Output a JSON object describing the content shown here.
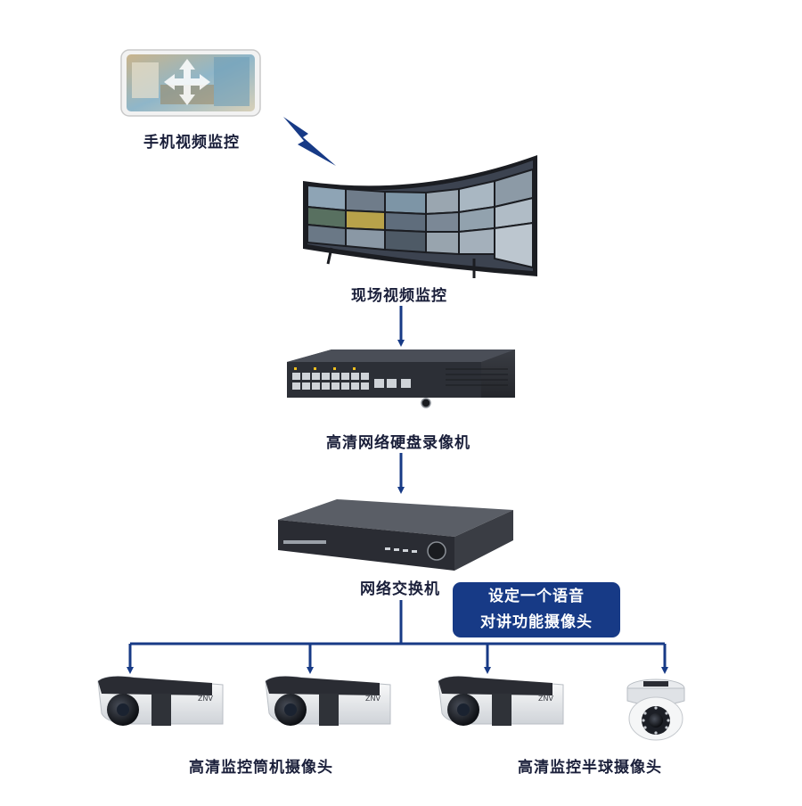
{
  "colors": {
    "accent_blue": "#173a86",
    "label_text": "#1a1f3a",
    "device_dark": "#2a2c33",
    "camera_white": "#eef0f2"
  },
  "labels": {
    "phone": "手机视频监控",
    "wall": "现场视频监控",
    "nvr": "高清网络硬盘录像机",
    "switch": "网络交换机",
    "bullet": "高清监控筒机摄像头",
    "dome": "高清监控半球摄像头"
  },
  "badge": {
    "line1": "设定一个语音",
    "line2": "对讲功能摄像头"
  },
  "camera_brand": "ZNV",
  "icons": {
    "wireless": "lightning-bolt-icon",
    "move": "four-way-arrow-icon"
  }
}
